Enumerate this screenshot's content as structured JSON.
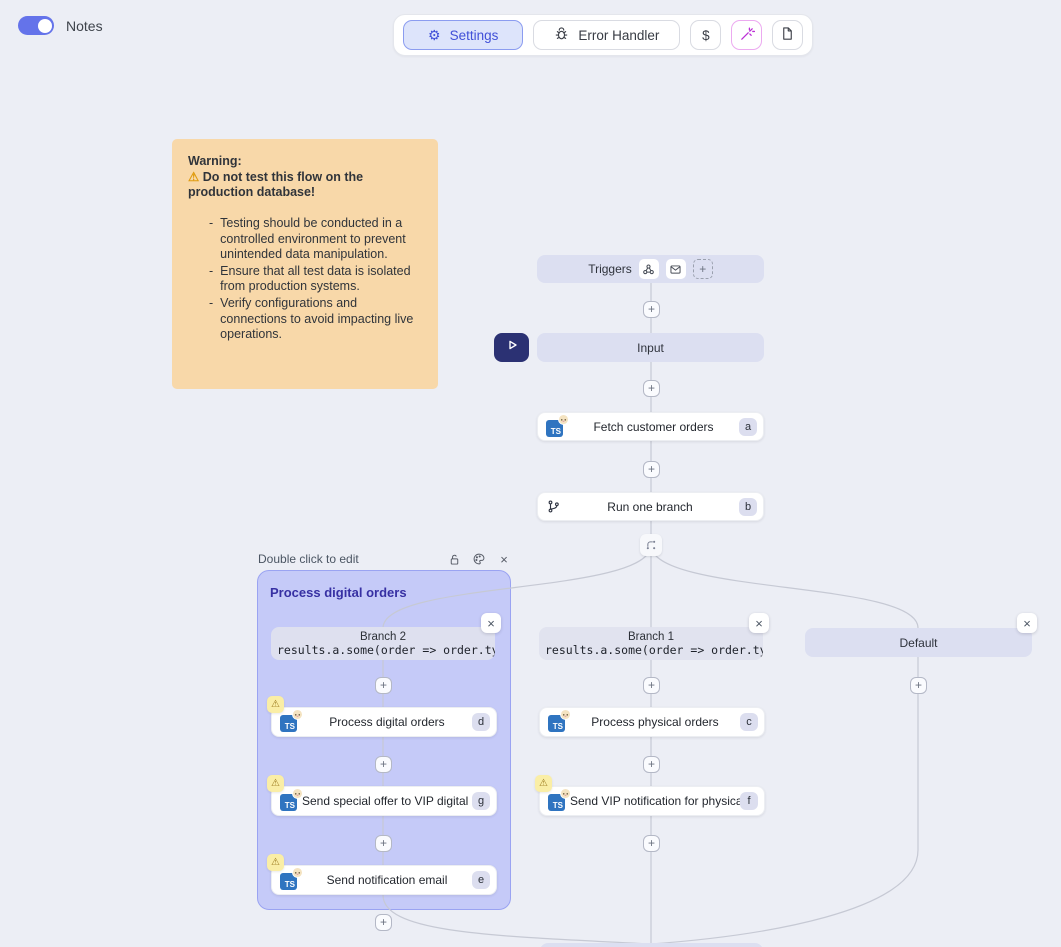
{
  "colors": {
    "background": "#eceef5",
    "accent_indigo": "#4150d8",
    "toggle_on": "#6473ea",
    "note_bg": "#f8d8a9",
    "group_fill": "#c5caf8",
    "group_title": "#3730a3",
    "node_lavender": "#dcdff1",
    "warning_badge_bg": "#faeea6",
    "wand_accent": "#bb2fd6",
    "play_button_bg": "#2b3173",
    "ts_icon_bg": "#2f74c0",
    "connector": "#c6c9d4"
  },
  "icons": {
    "gear": "⚙",
    "plus": "+",
    "close": "×",
    "warning": "⚠",
    "dash": "-",
    "ts": "TS"
  },
  "header": {
    "notes": {
      "label": "Notes",
      "state": "on"
    },
    "toolbar": {
      "settings": "Settings",
      "error_handler": "Error Handler",
      "dollar": "$"
    }
  },
  "warning_note": {
    "title": "Warning:",
    "alert": "Do not test this flow on the production database!",
    "bullets": [
      "Testing should be conducted in a controlled environment to prevent unintended data manipulation.",
      "Ensure that all test data is isolated from production systems.",
      "Verify configurations and connections to avoid impacting live operations."
    ]
  },
  "flow": {
    "triggers": {
      "label": "Triggers"
    },
    "input": {
      "label": "Input"
    },
    "fetch_step": {
      "label": "Fetch customer orders",
      "badge": "a"
    },
    "branch_step": {
      "label": "Run one branch",
      "badge": "b"
    },
    "group": {
      "hint": "Double click to edit",
      "title": "Process digital orders"
    },
    "branch2": {
      "label": "Branch 2",
      "expr": "results.a.some(order => order.type"
    },
    "branch1": {
      "label": "Branch 1",
      "expr": "results.a.some(order => order.type"
    },
    "default_branch": {
      "label": "Default"
    },
    "step_d": {
      "label": "Process digital orders",
      "badge": "d"
    },
    "step_g": {
      "label": "Send special offer to VIP digital c...",
      "badge": "g"
    },
    "step_e": {
      "label": "Send notification email",
      "badge": "e"
    },
    "step_c": {
      "label": "Process physical orders",
      "badge": "c"
    },
    "step_f": {
      "label": "Send VIP notification for physical...",
      "badge": "f"
    }
  }
}
